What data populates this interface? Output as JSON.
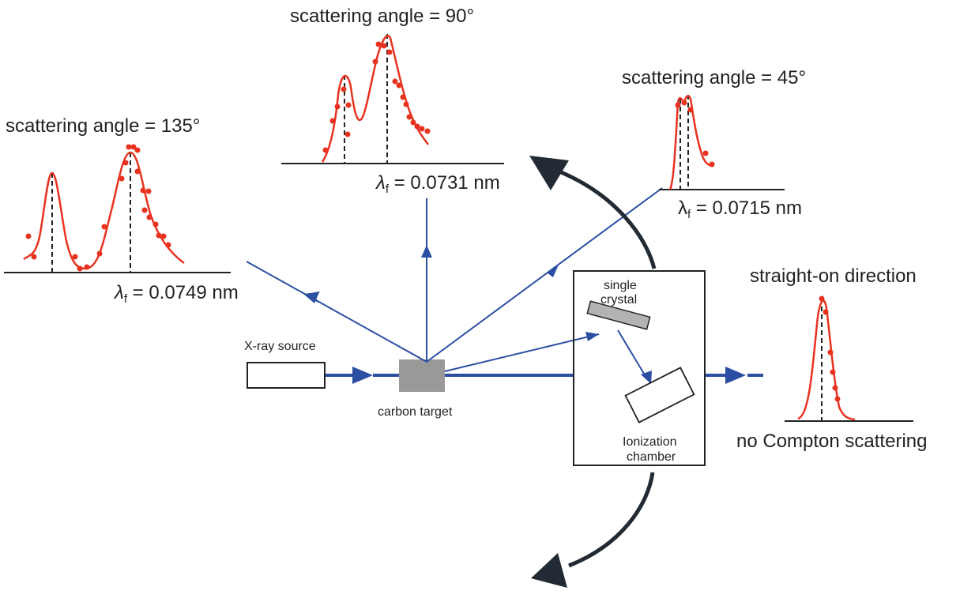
{
  "labels": {
    "angle_135": "scattering angle = 135°",
    "angle_90": "scattering angle = 90°",
    "angle_45": "scattering angle = 45°",
    "straight_on": "straight-on direction",
    "no_compton": "no Compton scattering",
    "lambda_symbol": "λ",
    "lambda_sub": "f",
    "lambda_135_value": " = 0.0749 nm",
    "lambda_90_value": " = 0.0731 nm",
    "lambda_45_value": " = 0.0715 nm",
    "xray_source": "X-ray source",
    "carbon_target": "carbon target",
    "single_crystal_line1": "single",
    "single_crystal_line2": "crystal",
    "ionization_line1": "Ionization",
    "ionization_line2": "chamber"
  },
  "colors": {
    "beam": "#2b4fa3",
    "curve": "#e8321f",
    "target": "#999999",
    "crystal": "#b3b3b3",
    "arrow": "#222a33",
    "text": "#222222"
  }
}
